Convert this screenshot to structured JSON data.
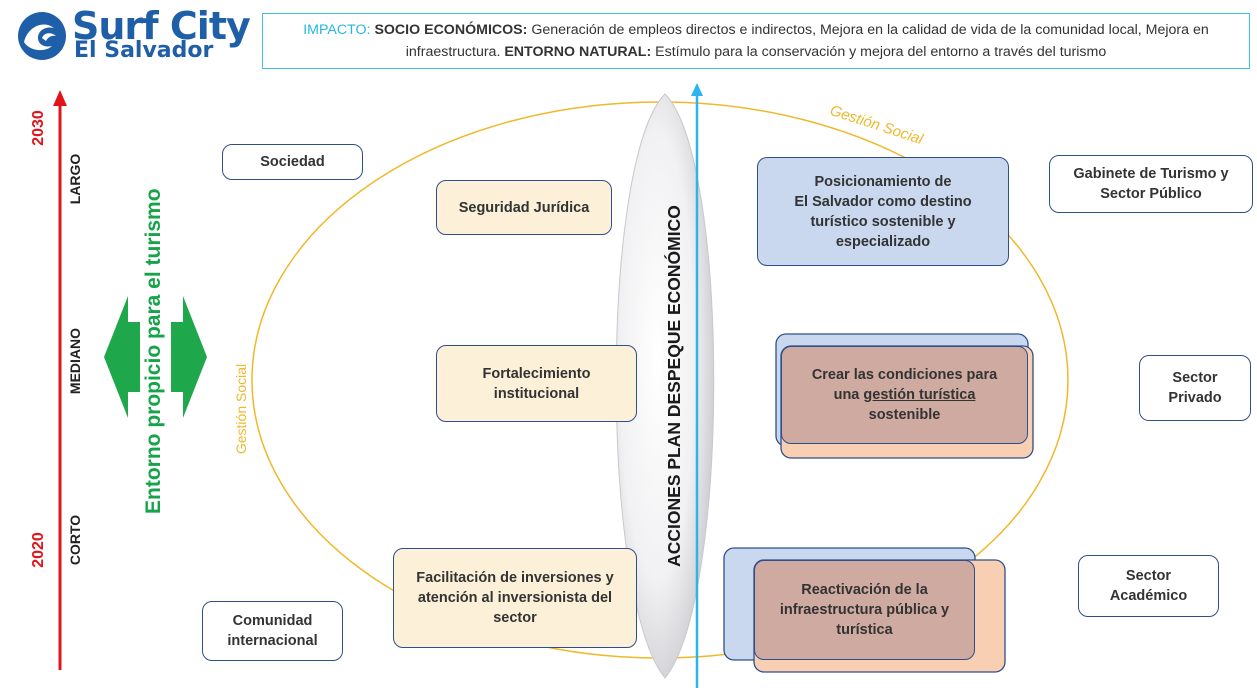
{
  "logo": {
    "line1": "Surf City",
    "line2": "El Salvador"
  },
  "impact": {
    "label_impacto": "IMPACTO:",
    "label_socio": "SOCIO ECONÓMICOS:",
    "text_socio": "Generación de empleos directos e indirectos, Mejora en la calidad de vida de la comunidad local, Mejora en infraestructura.",
    "label_entorno": "ENTORNO NATURAL:",
    "text_entorno": "Estímulo para la conservación y mejora del entorno a través del turismo"
  },
  "timeline": {
    "year_top": "2030",
    "year_bottom": "2020",
    "largo": "LARGO",
    "mediano": "MEDIANO",
    "corto": "CORTO"
  },
  "green_label": "Entorno propicio para el turismo",
  "gestion_social": "Gestión Social",
  "center_label": "ACCIONES PLAN DESPEQUE ECONÓMICO",
  "stakeholders": {
    "sociedad": "Sociedad",
    "comunidad_1": "Comunidad",
    "comunidad_2": "internacional",
    "gabinete_1": "Gabinete de Turismo y",
    "gabinete_2": "Sector Público",
    "privado_1": "Sector",
    "privado_2": "Privado",
    "academico_1": "Sector",
    "academico_2": "Académico"
  },
  "left_actions": {
    "seguridad": "Seguridad Jurídica",
    "fortalecimiento_1": "Fortalecimiento",
    "fortalecimiento_2": "institucional",
    "facilitacion_1": "Facilitación de inversiones y",
    "facilitacion_2": "atención al inversionista del",
    "facilitacion_3": "sector"
  },
  "right_actions": {
    "posicionamiento_1": "Posicionamiento de",
    "posicionamiento_2": "El Salvador como destino",
    "posicionamiento_3": "turístico sostenible y",
    "posicionamiento_4": "especializado",
    "crear_1": "Crear las condiciones para",
    "crear_2a": "una ",
    "crear_2b": "gestión turística",
    "crear_3": "sostenible",
    "reactivacion_1": "Reactivación de la",
    "reactivacion_2": "infraestructura pública y",
    "reactivacion_3": "turística"
  },
  "colors": {
    "brand_blue": "#1f5fa8",
    "impact_cyan": "#25b6e6",
    "timeline_red": "#e0151b",
    "green": "#16a34a",
    "gestion_yellow": "#f0b82a",
    "axis_cyan": "#2bb5e8"
  }
}
